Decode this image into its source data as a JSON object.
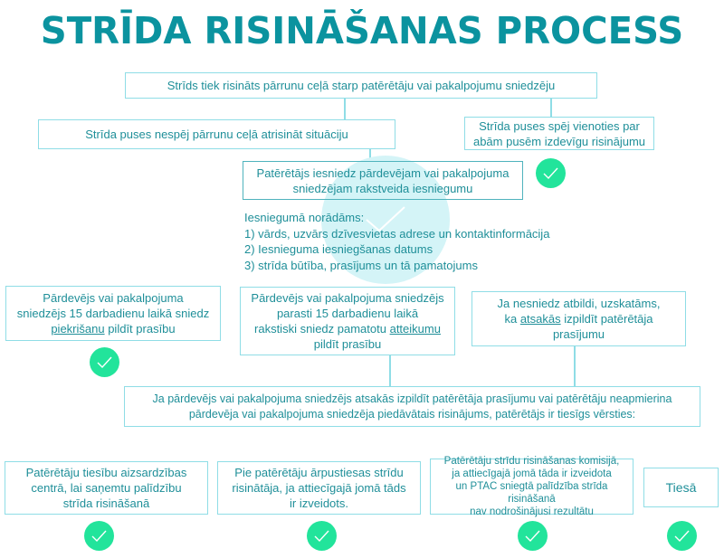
{
  "title": "STRĪDA RISINĀŠANAS PROCESS",
  "colors": {
    "title": "#0b939f",
    "text": "#1f8f99",
    "border": "#8fdde6",
    "check": "#22e49b",
    "watermark": "#d4f4f7"
  },
  "steps": {
    "negotiation": "Strīds tiek risināts pārrunu ceļā starp patērētāju vai pakalpojumu sniedzēju",
    "no_agreement": "Strīda puses nespēj pārrunu ceļā atrisināt situāciju",
    "agreement": {
      "lines": [
        "Strīda puses spēj vienoties par",
        "abām pusēm izdevīgu risinājumu"
      ]
    },
    "written_claim": {
      "lines": [
        "Patērētājs iesniedz pārdevējam vai pakalpojuma",
        "sniedzējam rakstveida iesniegumu"
      ]
    },
    "claim_contents": {
      "heading": "Iesniegumā norādāms:",
      "items": [
        "1) vārds, uzvārs dzīvesvietas adrese un kontaktinformācija",
        "2) Iesnieguma iesniegšanas datums",
        "3) strīda būtība, prasījums un tā pamatojums"
      ]
    },
    "consent": {
      "line1": "Pārdevējs vai pakalpojuma",
      "line2": "sniedzējs 15 darbadienu laikā sniedz",
      "underlined": "piekrišanu",
      "line3_rest": " pildīt prasību"
    },
    "refusal": {
      "line1": "Pārdevējs vai pakalpojuma sniedzējs",
      "line2": "parasti 15 darbadienu laikā",
      "line3_pre": "rakstiski sniedz pamatotu ",
      "underlined": "atteikumu",
      "line4": "pildīt prasību"
    },
    "no_response": {
      "line1": "Ja nesniedz atbildi, uzskatāms,",
      "line2_pre": "ka ",
      "underlined": "atsakās",
      "line2_rest": " izpildīt patērētāja",
      "line3": "prasījumu"
    },
    "escalation": {
      "lines": [
        "Ja pārdevējs vai pakalpojuma sniedzējs atsakās izpildīt patērētāja prasījumu vai patērētāju neapmierina",
        "pārdevēja vai pakalpojuma sniedzēja piedāvātais risinājums, patērētājs ir tiesīgs vērsties:"
      ]
    },
    "options": [
      {
        "lines": [
          "Patērētāju tiesību aizsardzības",
          "centrā, lai saņemtu palīdzību",
          "strīda risināšanā"
        ]
      },
      {
        "lines": [
          "Pie patērētāju ārpustiesas strīdu",
          "risinātāja, ja attiecīgajā jomā tāds",
          "ir izveidots."
        ]
      },
      {
        "lines": [
          "Patērētāju strīdu risināšanas komisijā,",
          "ja attiecīgajā jomā tāda ir izveidota",
          "un PTAC sniegtā palīdzība strīda risināšanā",
          "nav nodrošinājusi rezultātu"
        ]
      },
      {
        "lines": [
          "Tiesā"
        ]
      }
    ]
  },
  "icons": {
    "check": "check-circle-icon",
    "watermark": "check-watermark-icon"
  }
}
